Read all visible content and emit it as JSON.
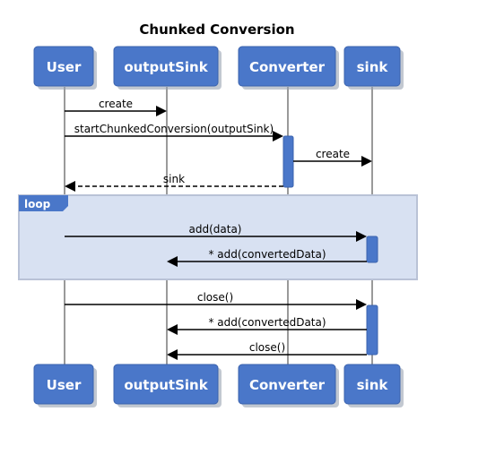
{
  "diagram": {
    "title": "Chunked Conversion",
    "participants": [
      {
        "id": "user",
        "label": "User"
      },
      {
        "id": "outputSink",
        "label": "outputSink"
      },
      {
        "id": "converter",
        "label": "Converter"
      },
      {
        "id": "sink",
        "label": "sink"
      }
    ],
    "fragment": {
      "label": "loop"
    },
    "messages": [
      {
        "id": "m1",
        "label": "create",
        "style": "solid"
      },
      {
        "id": "m2",
        "label": "startChunkedConversion(outputSink)",
        "style": "solid"
      },
      {
        "id": "m3",
        "label": "create",
        "style": "solid"
      },
      {
        "id": "m4",
        "label": "sink",
        "style": "dashed"
      },
      {
        "id": "m5",
        "label": "add(data)",
        "style": "solid"
      },
      {
        "id": "m6",
        "label": "* add(convertedData)",
        "style": "solid"
      },
      {
        "id": "m7",
        "label": "close()",
        "style": "solid"
      },
      {
        "id": "m8",
        "label": "* add(convertedData)",
        "style": "solid"
      },
      {
        "id": "m9",
        "label": "close()",
        "style": "solid"
      }
    ]
  },
  "colors": {
    "actor_fill": "#4a77c9",
    "fragment_fill": "#d8e1f2",
    "lifeline": "#9a9a9a"
  }
}
